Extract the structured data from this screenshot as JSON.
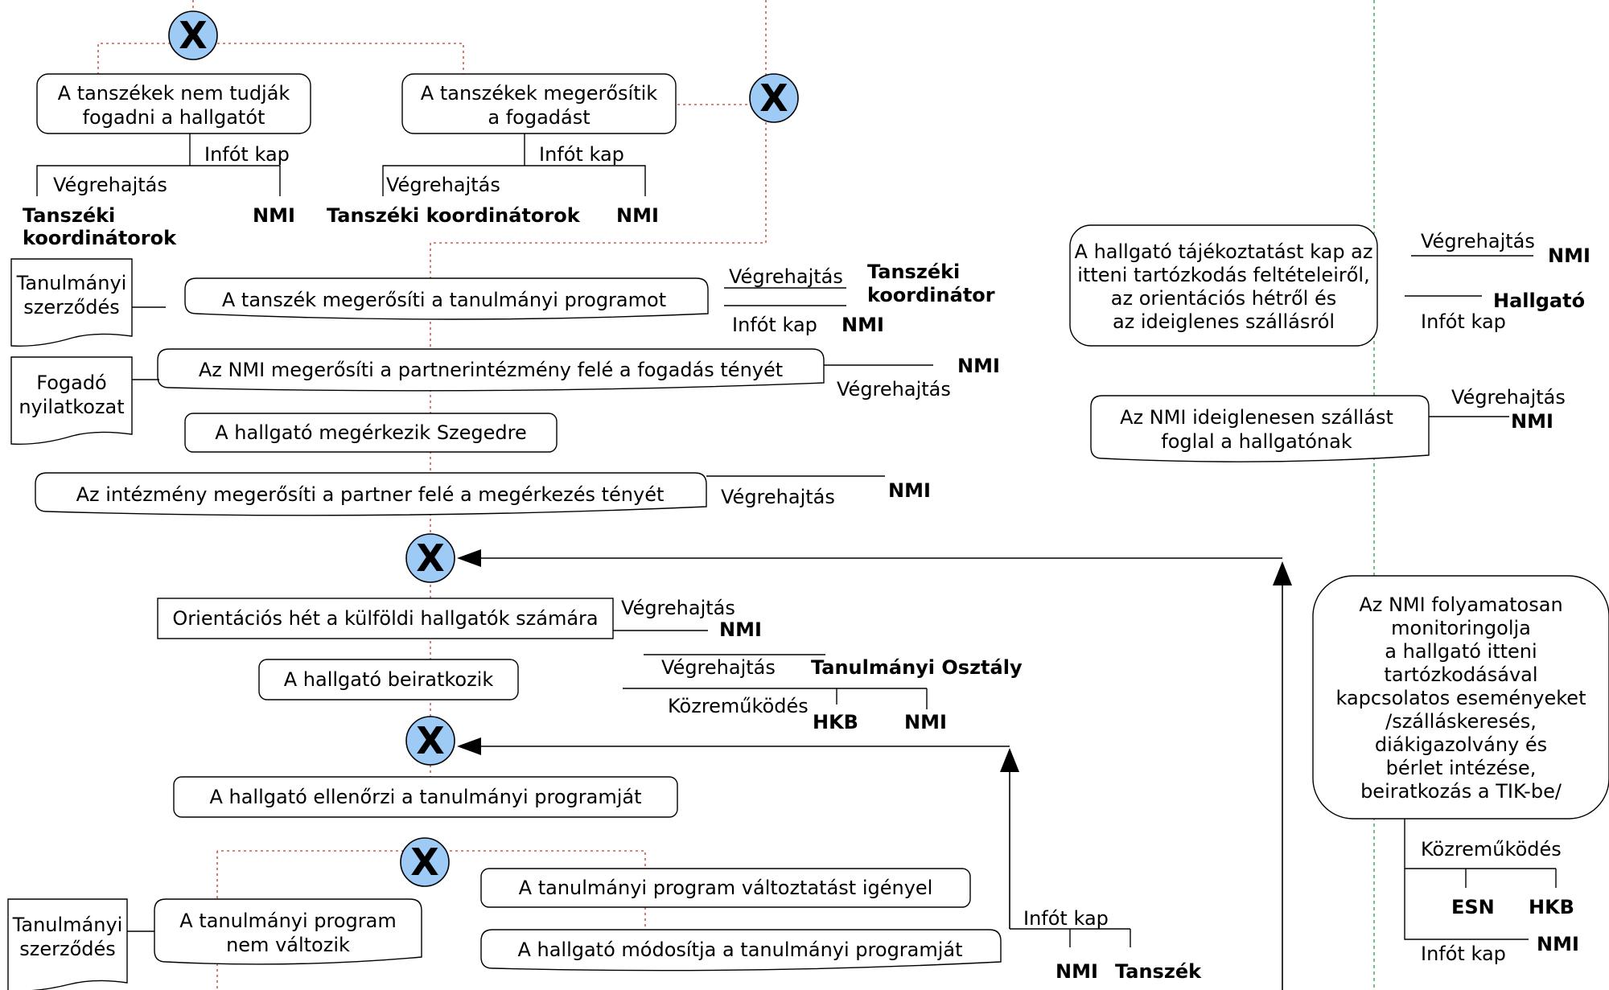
{
  "gateway_symbol": "X",
  "colors": {
    "gateway_fill": "#9dcbf5",
    "flow_red": "#c0392b",
    "swimlane_green": "#2e9e3a"
  },
  "processes": {
    "cannot_receive": [
      "A tanszékek nem tudják",
      "fogadni a hallgatót"
    ],
    "confirm_receive": [
      "A tanszékek megerősítik",
      "a fogadást"
    ],
    "dept_confirms_program": "A tanszék megerősíti a tanulmányi programot",
    "nmi_confirms_partner": "Az NMI megerősíti a partnerintézmény felé a fogadás tényét",
    "student_arrives": "A hallgató megérkezik Szegedre",
    "institution_confirms_arrival": "Az intézmény megerősíti a partner felé a megérkezés tényét",
    "orientation_week": "Orientációs hét a külföldi hallgatók számára",
    "student_enrolls": "A hallgató beiratkozik",
    "student_checks_program": "A hallgató ellenőrzi a tanulmányi programját",
    "program_unchanged": [
      "A tanulmányi program",
      "nem változik"
    ],
    "program_needs_change": "A tanulmányi program  változtatást igényel",
    "student_modifies_program": "A hallgató módosítja a tanulmányi programját",
    "student_informed": [
      "A hallgató tájékoztatást kap az",
      "itteni tartózkodás feltételeiről,",
      "az orientációs hétről és",
      "az ideiglenes szállásról"
    ],
    "nmi_books_housing": [
      "Az NMI ideiglenesen szállást",
      "foglal a hallgatónak"
    ],
    "nmi_monitors": [
      "Az NMI folyamatosan",
      "monitoringolja",
      "a hallgató itteni",
      "tartózkodásával",
      "kapcsolatos eseményeket",
      "/szálláskeresés,",
      "diákigazolvány és",
      "bérlet intézése,",
      "beiratkozás a TIK-be/"
    ]
  },
  "documents": {
    "study_contract": [
      "Tanulmányi",
      "szerződés"
    ],
    "acceptance_statement": [
      "Fogadó",
      "nyilatkozat"
    ]
  },
  "roles": {
    "execution": "Végrehajtás",
    "informed": "Infót kap",
    "cooperation": "Közreműködés"
  },
  "actors": {
    "nmi": "NMI",
    "dept_coordinators": [
      "Tanszéki",
      "koordinátorok"
    ],
    "dept_coordinators_inline": "Tanszéki  koordinátorok",
    "dept_coordinator": [
      "Tanszéki",
      "koordinátor"
    ],
    "student": "Hallgató",
    "study_office": "Tanulmányi Osztály",
    "hkb": "HKB",
    "esn": "ESN",
    "department": "Tanszék"
  }
}
